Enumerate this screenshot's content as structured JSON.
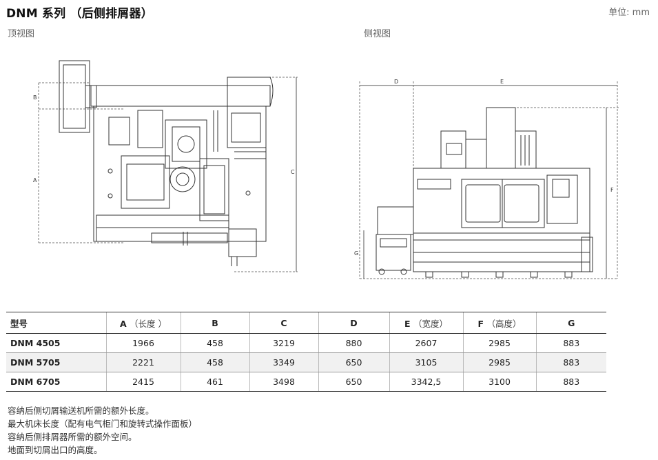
{
  "header": {
    "title": "DNM 系列 （后侧排屑器）",
    "unit": "单位: mm"
  },
  "views": {
    "top_view_label": "顶视图",
    "side_view_label": "侧视图"
  },
  "dimension_letters": {
    "top": [
      "A",
      "B",
      "C"
    ],
    "side": [
      "D",
      "E",
      "F",
      "G"
    ]
  },
  "table": {
    "headers": [
      {
        "main": "型号",
        "paren": ""
      },
      {
        "main": "A",
        "paren": "（长度 ）"
      },
      {
        "main": "B",
        "paren": ""
      },
      {
        "main": "C",
        "paren": ""
      },
      {
        "main": "D",
        "paren": ""
      },
      {
        "main": "E",
        "paren": "（宽度）"
      },
      {
        "main": "F",
        "paren": "（高度）"
      },
      {
        "main": "G",
        "paren": ""
      }
    ],
    "rows": [
      [
        "DNM 4505",
        "1966",
        "458",
        "3219",
        "880",
        "2607",
        "2985",
        "883"
      ],
      [
        "DNM 5705",
        "2221",
        "458",
        "3349",
        "650",
        "3105",
        "2985",
        "883"
      ],
      [
        "DNM 6705",
        "2415",
        "461",
        "3498",
        "650",
        "3342,5",
        "3100",
        "883"
      ]
    ]
  },
  "notes": [
    "容纳后侧切屑输送机所需的额外长度。",
    "最大机床长度（配有电气柜门和旋转式操作面板）",
    "容纳后侧排屑器所需的额外空间。",
    "地面到切屑出口的高度。"
  ]
}
